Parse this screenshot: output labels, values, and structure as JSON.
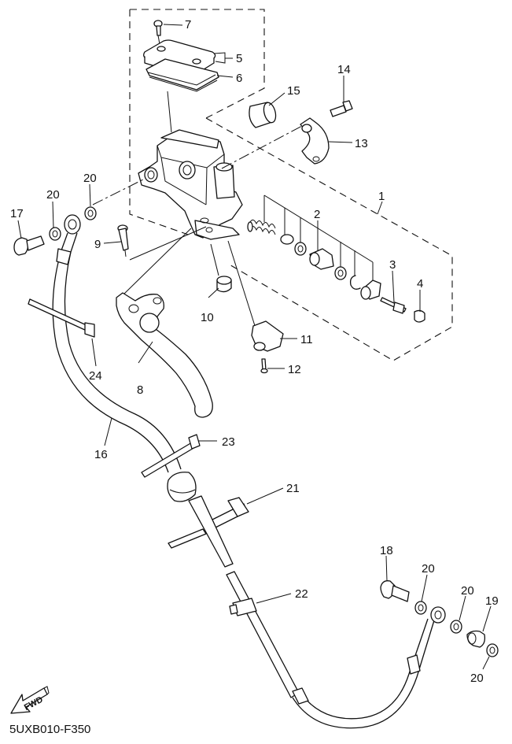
{
  "diagram": {
    "title_code": "5UXB010-F350",
    "direction_indicator": "FWD",
    "colors": {
      "ink": "#111111",
      "background": "#ffffff"
    },
    "callouts": [
      {
        "id": "c1",
        "number": "1",
        "part": "master-cylinder-kit"
      },
      {
        "id": "c2",
        "number": "2",
        "part": "piston-assembly"
      },
      {
        "id": "c3",
        "number": "3",
        "part": "push-rod"
      },
      {
        "id": "c4",
        "number": "4",
        "part": "cap"
      },
      {
        "id": "c5",
        "number": "5",
        "part": "reservoir-cap"
      },
      {
        "id": "c6",
        "number": "6",
        "part": "diaphragm"
      },
      {
        "id": "c7",
        "number": "7",
        "part": "cap-screw"
      },
      {
        "id": "c8",
        "number": "8",
        "part": "lever"
      },
      {
        "id": "c9",
        "number": "9",
        "part": "pivot-bolt"
      },
      {
        "id": "c10",
        "number": "10",
        "part": "nut"
      },
      {
        "id": "c11",
        "number": "11",
        "part": "switch"
      },
      {
        "id": "c12",
        "number": "12",
        "part": "screw"
      },
      {
        "id": "c13",
        "number": "13",
        "part": "holder"
      },
      {
        "id": "c14",
        "number": "14",
        "part": "bolt"
      },
      {
        "id": "c15",
        "number": "15",
        "part": "collar"
      },
      {
        "id": "c16",
        "number": "16",
        "part": "hose"
      },
      {
        "id": "c17",
        "number": "17",
        "part": "union-bolt"
      },
      {
        "id": "c18",
        "number": "18",
        "part": "union-bolt"
      },
      {
        "id": "c19",
        "number": "19",
        "part": "collar"
      },
      {
        "id": "c20a",
        "number": "20",
        "part": "gasket"
      },
      {
        "id": "c20b",
        "number": "20",
        "part": "gasket"
      },
      {
        "id": "c20c",
        "number": "20",
        "part": "gasket"
      },
      {
        "id": "c20d",
        "number": "20",
        "part": "gasket"
      },
      {
        "id": "c20e",
        "number": "20",
        "part": "gasket"
      },
      {
        "id": "c21",
        "number": "21",
        "part": "hose-clamp"
      },
      {
        "id": "c22",
        "number": "22",
        "part": "hose-holder"
      },
      {
        "id": "c23",
        "number": "23",
        "part": "band"
      },
      {
        "id": "c24",
        "number": "24",
        "part": "band"
      }
    ]
  }
}
